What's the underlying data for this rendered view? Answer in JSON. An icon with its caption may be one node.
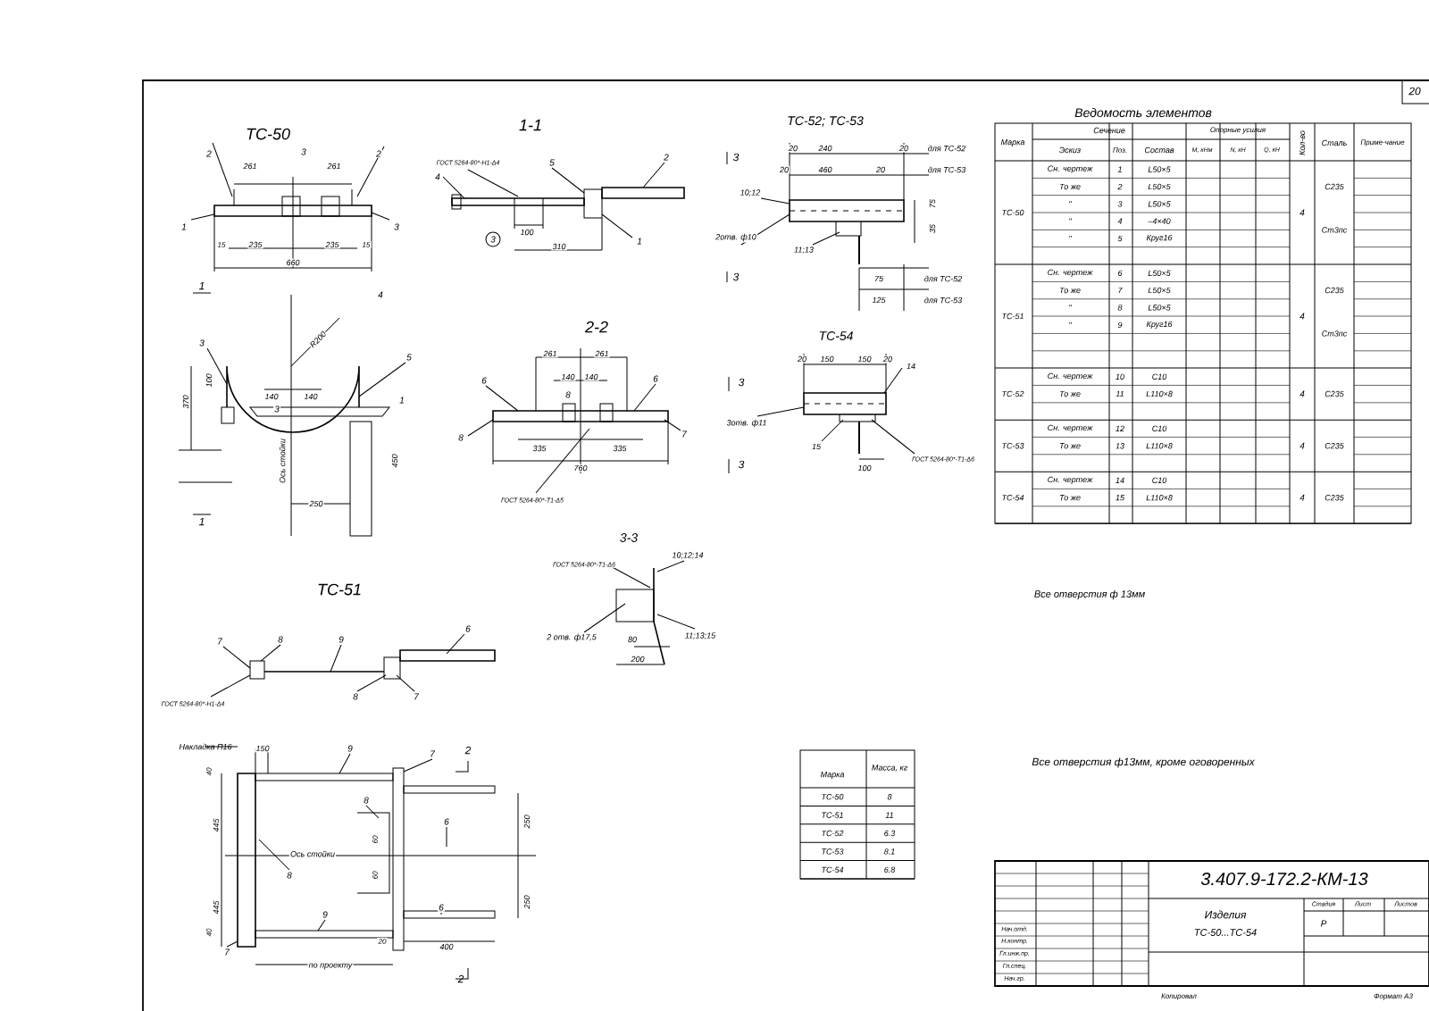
{
  "diagram": {
    "labels": [
      "ТС-50",
      "1-1",
      "ТС-52; ТС-53",
      "2-2",
      "ТС-54",
      "3-3",
      "ТС-51",
      "261",
      "261",
      "235",
      "235",
      "660",
      "2",
      "3",
      "2",
      "1",
      "3",
      "15",
      "15",
      "ГОСТ 5264-80*-Н1-Δ4",
      "4",
      "3",
      "5",
      "2",
      "1",
      "100",
      "310",
      "1",
      "1",
      "4",
      "R200",
      "3",
      "5",
      "140",
      "140",
      "3",
      "1",
      "370",
      "100",
      "Ось стойки",
      "450",
      "250",
      "261",
      "261",
      "140",
      "140",
      "6",
      "6",
      "8",
      "8",
      "7",
      "335",
      "335",
      "760",
      "ГОСТ 5264-80*-Т1-Δ5",
      "20",
      "240",
      "20",
      "для ТС-52",
      "20",
      "460",
      "20",
      "для ТС-53",
      "10;12",
      "2отв. ф10",
      "11;13",
      "75",
      "35",
      "75",
      "125",
      "для ТС-52",
      "для ТС-53",
      "3",
      "3",
      "20",
      "150",
      "150",
      "20",
      "14",
      "3отв. ф11",
      "15",
      "ГОСТ 5264-80*-Т1-Δ6",
      "100",
      "3",
      "3",
      "ГОСТ 5264-80*-Т1-Δ6",
      "10;12;14",
      "2 отв. ф17,5",
      "11;13;15",
      "80",
      "200",
      "7",
      "8",
      "9",
      "6",
      "8",
      "7",
      "ГОСТ 5264-80*-Н1-Δ4",
      "Накладка П16",
      "150",
      "9",
      "7",
      "2",
      "8",
      "6",
      "Ось стойки",
      "8",
      "9",
      "6",
      "7",
      "по проекту",
      "2",
      "445",
      "445",
      "40",
      "40",
      "400",
      "250",
      "250",
      "60",
      "60",
      "20",
      "Все отверстия ф 13мм",
      "Все отверстия ф13мм, кроме оговоренных",
      "Ведомость элементов",
      "Марка",
      "Сечение",
      "Эскиз",
      "Поз.",
      "Состав",
      "Опорные усилия",
      "M, кНм",
      "N, кН",
      "Q, кН",
      "Кол-во",
      "Сталь",
      "Приме-чание",
      "ТС-50",
      "Сн. чертеж",
      "1",
      "L50×5",
      "То же",
      "2",
      "L50×5",
      "\"",
      "3",
      "L50×5",
      "\"",
      "4",
      "–4×40",
      "\"",
      "5",
      "Круг16",
      "4",
      "С235",
      "Ст3пс",
      "ТС-51",
      "Сн. чертеж",
      "6",
      "L50×5",
      "То же",
      "7",
      "L50×5",
      "\"",
      "8",
      "L50×5",
      "\"",
      "9",
      "Круг16",
      "4",
      "С235",
      "Ст3пс",
      "ТС-52",
      "Сн. чертеж",
      "10",
      "С10",
      "То же",
      "11",
      "L110×8",
      "4",
      "С235",
      "ТС-53",
      "Сн. чертеж",
      "12",
      "С10",
      "То же",
      "13",
      "L110×8",
      "4",
      "С235",
      "ТС-54",
      "Сн. чертеж",
      "14",
      "С10",
      "То же",
      "15",
      "L110×8",
      "4",
      "С235",
      "Марка",
      "Масса, кг",
      "ТС-50",
      "8",
      "ТС-51",
      "11",
      "ТС-52",
      "6.3",
      "ТС-53",
      "8.1",
      "ТС-54",
      "6.8",
      "3.407.9-172.2-КМ-13",
      "Изделия",
      "ТС-50...ТС-54",
      "Стадия",
      "Лист",
      "Листов",
      "Р",
      "Нач.отд.",
      "Н.контр.",
      "Гл.инж.пр.",
      "Гл.спец.",
      "Нач.гр.",
      "Копировал",
      "Формат А3",
      "20"
    ]
  }
}
